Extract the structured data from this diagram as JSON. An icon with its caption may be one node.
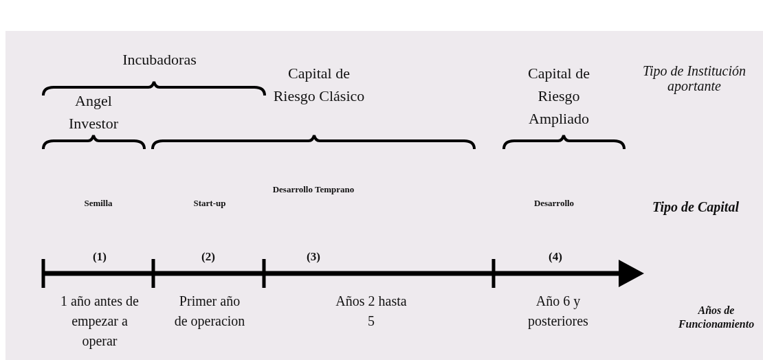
{
  "diagram": {
    "labels": [
      "Incubadoras",
      "Capital de Riesgo Clásico",
      "Capital de Riesgo Ampliado",
      "Tipo de Institución aportante",
      "Angel Investor",
      "Semilla",
      "Start-up",
      "Desarrollo Temprano",
      "Desarrollo",
      "Tipo de Capital",
      "(1)",
      "(2)",
      "(3)",
      "(4)",
      "1 año antes de empezar a operar",
      "Primer año de operacion",
      "Años 2 hasta 5",
      "Año 6 y posteriores",
      "Años de Funcionamiento"
    ]
  }
}
